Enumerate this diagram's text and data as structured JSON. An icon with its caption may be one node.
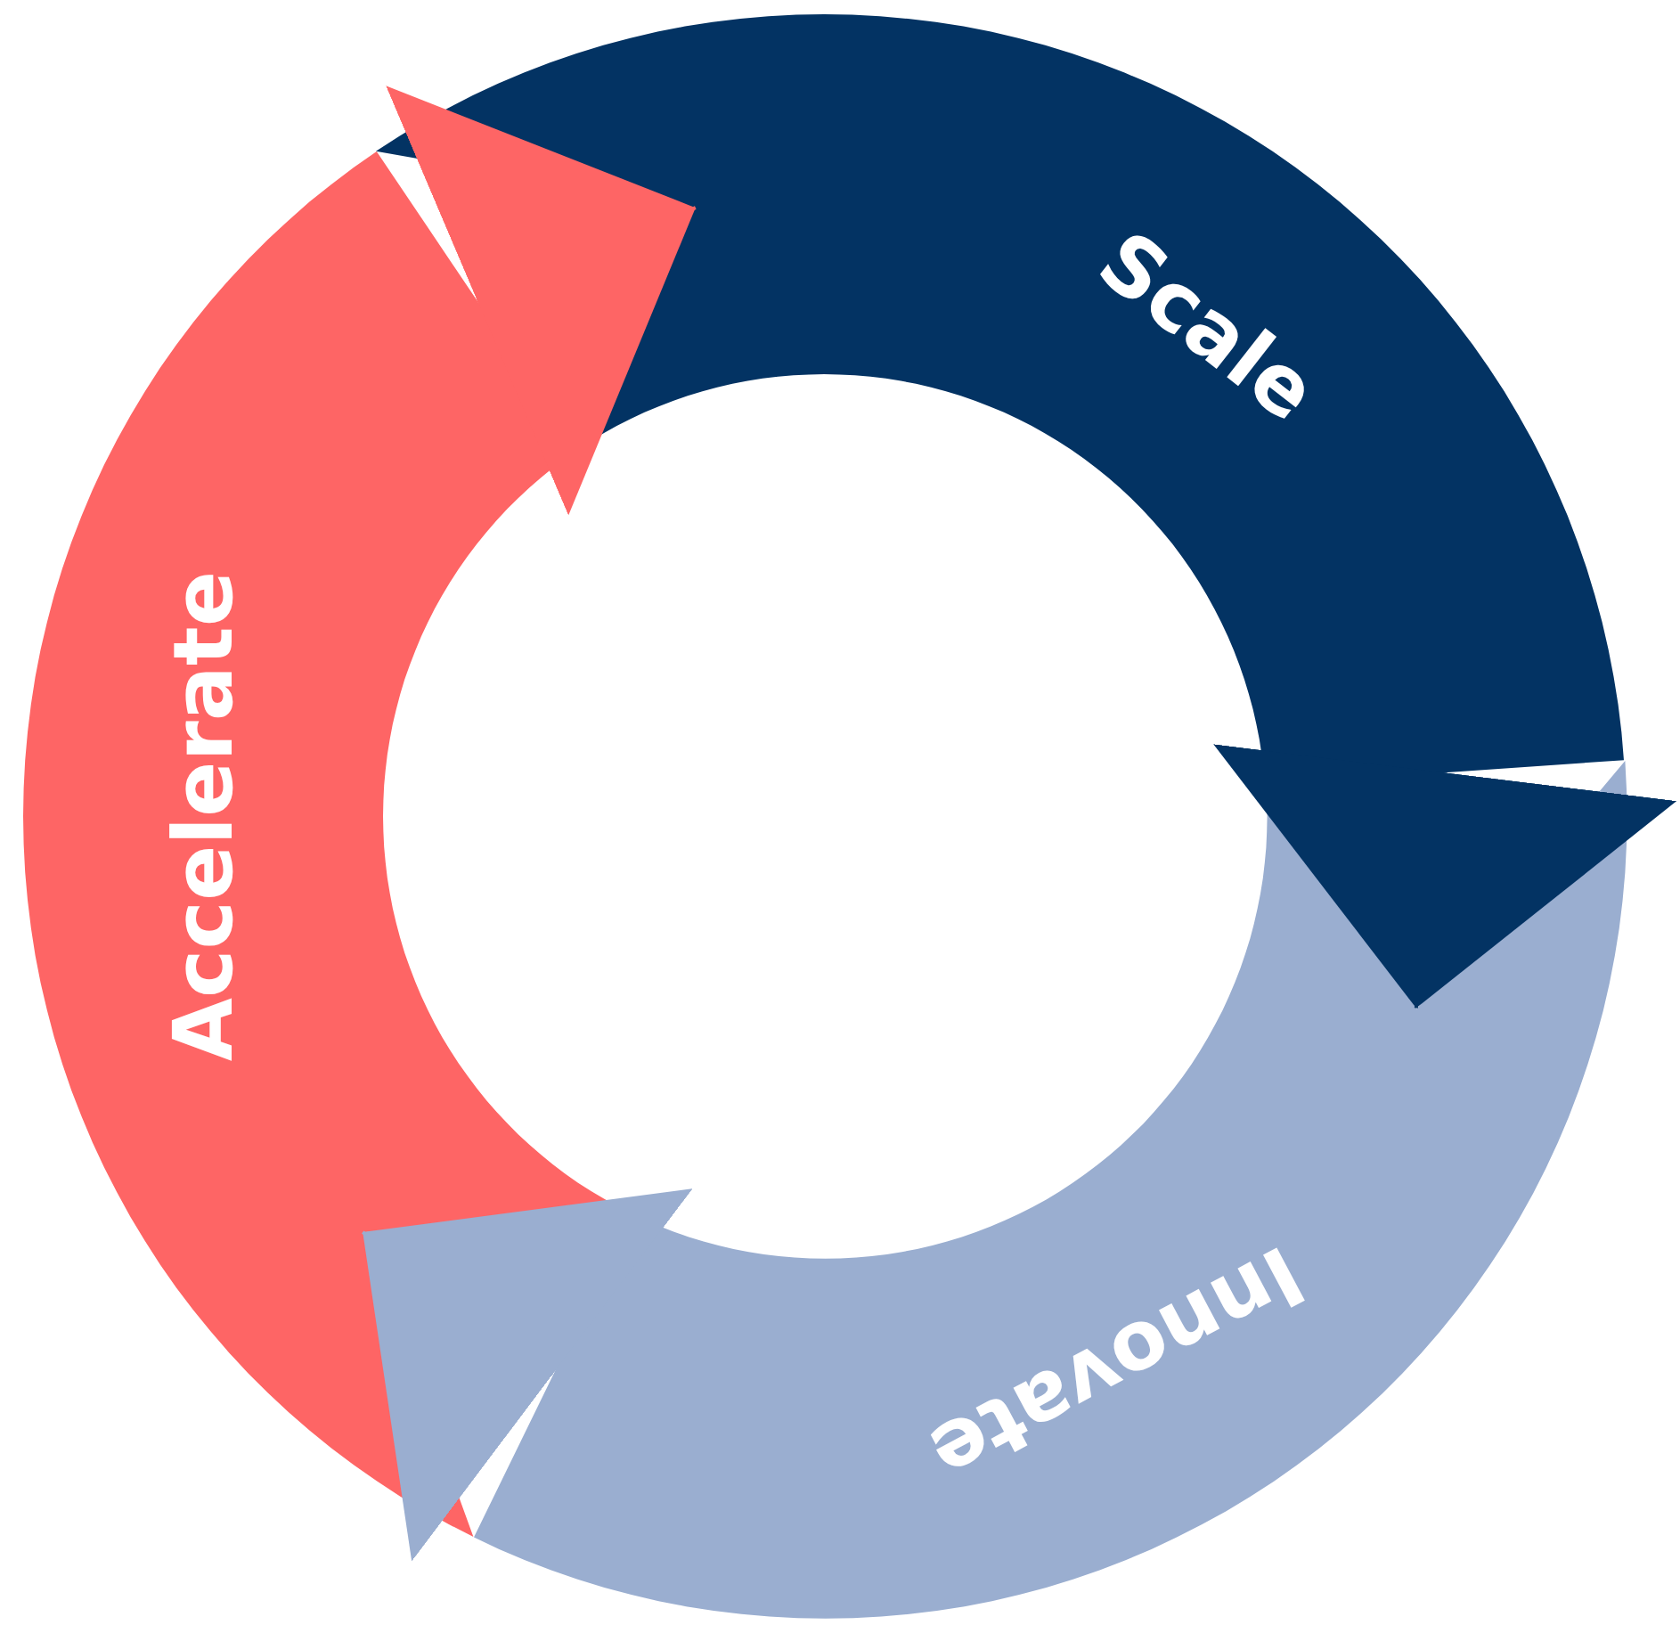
{
  "diagram": {
    "nodes": [
      {
        "text": [
          "Scale"
        ]
      },
      {
        "text": [
          "Innovate"
        ]
      },
      {
        "text": [
          "Accelerate"
        ]
      }
    ],
    "edges": [
      {
        "from": 0,
        "to": 1,
        "arrow": "to",
        "color": "#033363"
      },
      {
        "from": 1,
        "to": 2,
        "arrow": "to",
        "color": "#9aaed0"
      },
      {
        "from": 2,
        "to": 0,
        "arrow": "to",
        "color": "#fe6565"
      }
    ]
  }
}
